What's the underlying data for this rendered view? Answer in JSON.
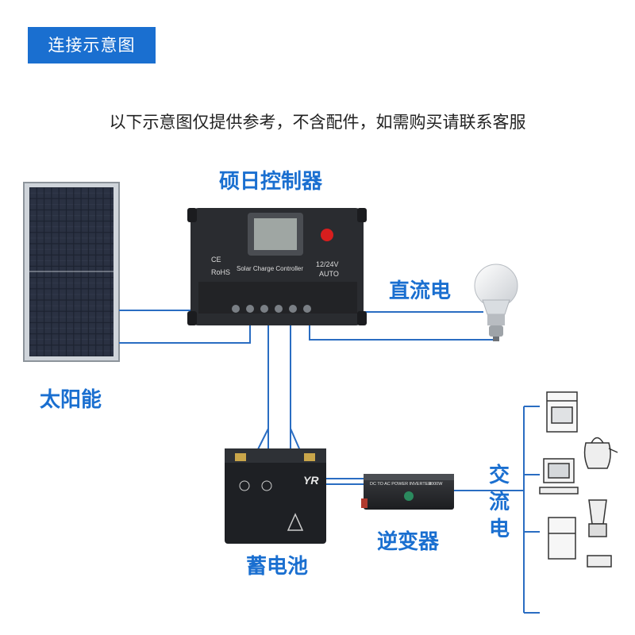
{
  "header": {
    "title": "连接示意图"
  },
  "subtitle": "以下示意图仅提供参考，不含配件，如需购买请联系客服",
  "components": {
    "controller": {
      "label": "硕日控制器",
      "panel_text": "Solar Charge Controller",
      "voltage": "12/24V",
      "mode": "AUTO",
      "ce": "CE",
      "rohs": "RoHS"
    },
    "solar_panel": {
      "label": "太阳能"
    },
    "dc_output": {
      "label": "直流电"
    },
    "battery": {
      "label": "蓄电池",
      "brand": "YR"
    },
    "inverter": {
      "label": "逆变器",
      "panel_text": "DC TO AC POWER INVERTER",
      "rating": "3000W"
    },
    "ac_output": {
      "label": "交流电",
      "chars": [
        "交",
        "流",
        "电"
      ]
    }
  },
  "colors": {
    "accent": "#1a6fd0",
    "wire": "#2a6dc2",
    "device_dark": "#2a2c30",
    "appliance_line": "#333333"
  },
  "icons": [
    "solar-panel-icon",
    "controller-icon",
    "light-bulb-icon",
    "battery-icon",
    "inverter-icon",
    "stove-icon",
    "kettle-icon",
    "computer-icon",
    "blender-icon",
    "refrigerator-icon",
    "washer-icon"
  ]
}
